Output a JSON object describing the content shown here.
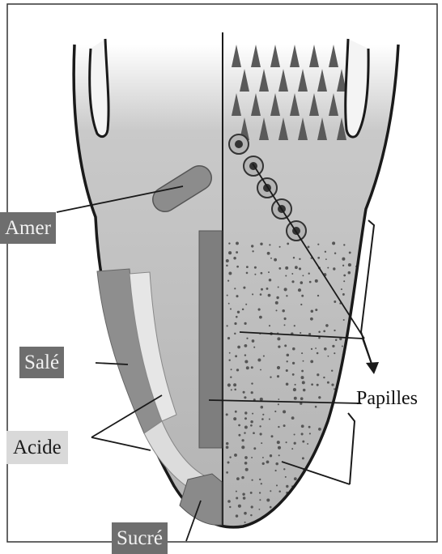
{
  "labels": {
    "amer": "Amer",
    "sale": "Salé",
    "acide": "Acide",
    "sucre": "Sucré",
    "papilles": "Papilles"
  },
  "colors": {
    "tongue_fill": "#b8b8b8",
    "outline": "#1a1a1a",
    "label_dark_bg": "#6e6e6e",
    "label_light_bg": "#d9d9d9",
    "strip_dark": "#7a7a7a",
    "strip_light": "#e4e4e4"
  }
}
